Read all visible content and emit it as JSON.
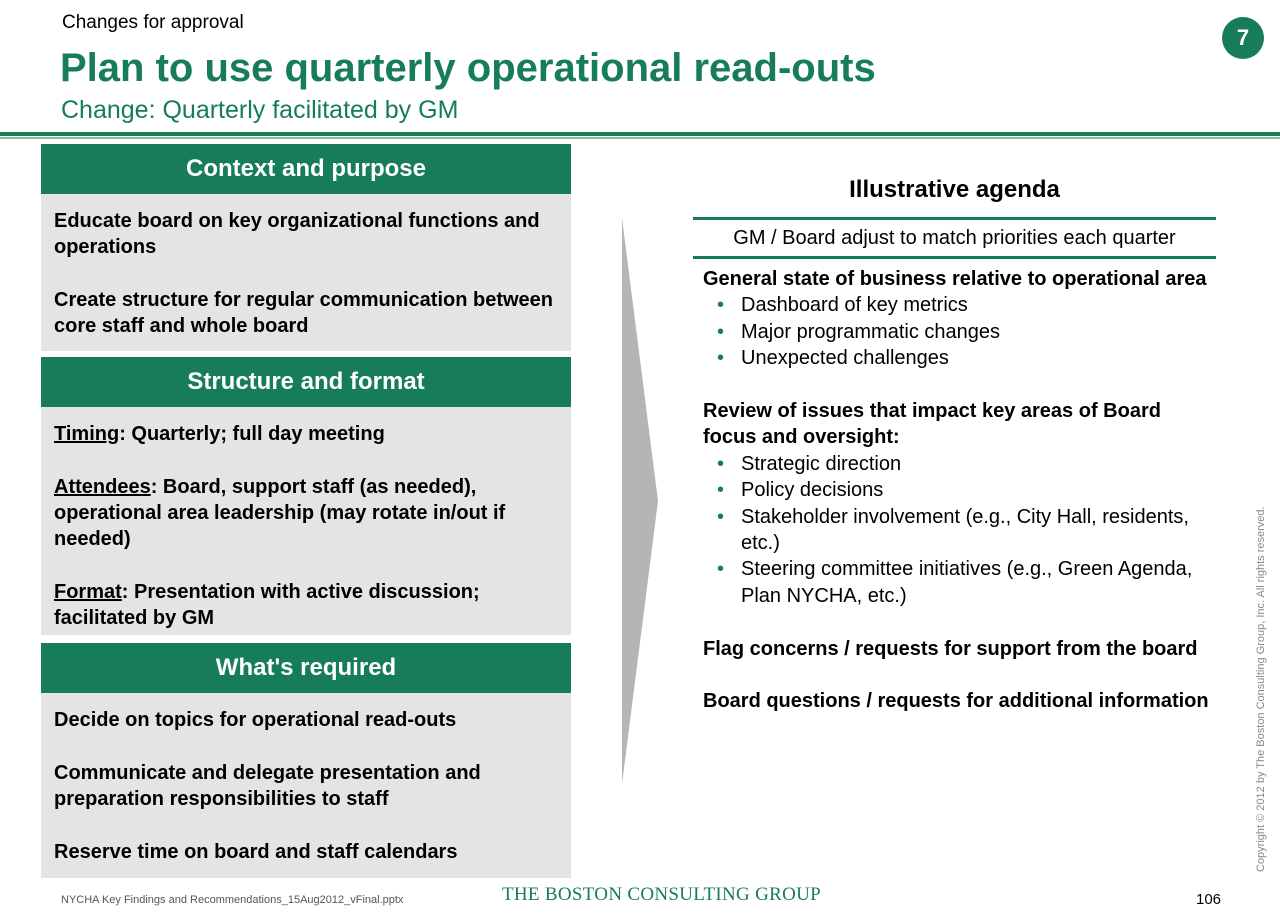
{
  "header": {
    "kicker": "Changes for approval",
    "title": "Plan to use quarterly operational read-outs",
    "subtitle": "Change:  Quarterly facilitated by GM",
    "badge": "7"
  },
  "left": {
    "context": {
      "heading": "Context  and purpose",
      "items": [
        "Educate board on key organizational functions and operations",
        "Create structure for regular communication between core staff and whole board"
      ]
    },
    "structure": {
      "heading": "Structure and format",
      "items": [
        {
          "label": "Timing",
          "text": ": Quarterly; full day meeting"
        },
        {
          "label": "Attendees",
          "text": ": Board, support staff (as needed), operational area leadership (may rotate in/out if needed)"
        },
        {
          "label": "Format",
          "text": ": Presentation with active discussion; facilitated by GM"
        }
      ]
    },
    "required": {
      "heading": "What's required",
      "items": [
        "Decide on topics for operational read-outs",
        "Communicate and delegate presentation and preparation responsibilities to staff",
        "Reserve time on board and staff calendars"
      ]
    }
  },
  "agenda": {
    "title": "Illustrative agenda",
    "note": "GM / Board adjust to match priorities each quarter",
    "sections": [
      {
        "heading": "General state of business relative to operational area",
        "bullets": [
          "Dashboard of key metrics",
          "Major programmatic changes",
          "Unexpected challenges"
        ]
      },
      {
        "heading": "Review of issues that impact key areas of Board focus and oversight:",
        "bullets": [
          "Strategic direction",
          "Policy decisions",
          "Stakeholder involvement (e.g., City Hall, residents, etc.)",
          "Steering committee initiatives (e.g., Green Agenda, Plan NYCHA, etc.)"
        ]
      },
      {
        "heading": "Flag concerns / requests for support from the board"
      },
      {
        "heading": "Board questions / requests for additional information"
      }
    ],
    "bullet_glyph": "•"
  },
  "footer": {
    "file": "NYCHA Key Findings and Recommendations_15Aug2012_vFinal.pptx",
    "logo": "THE BOSTON CONSULTING GROUP",
    "page": "106",
    "copyright": "Copyright © 2012 by The Boston Consulting Group, Inc. All rights reserved."
  },
  "colors": {
    "accent": "#177c58",
    "panel": "#e4e4e4",
    "chevron": "#b5b5b5"
  }
}
